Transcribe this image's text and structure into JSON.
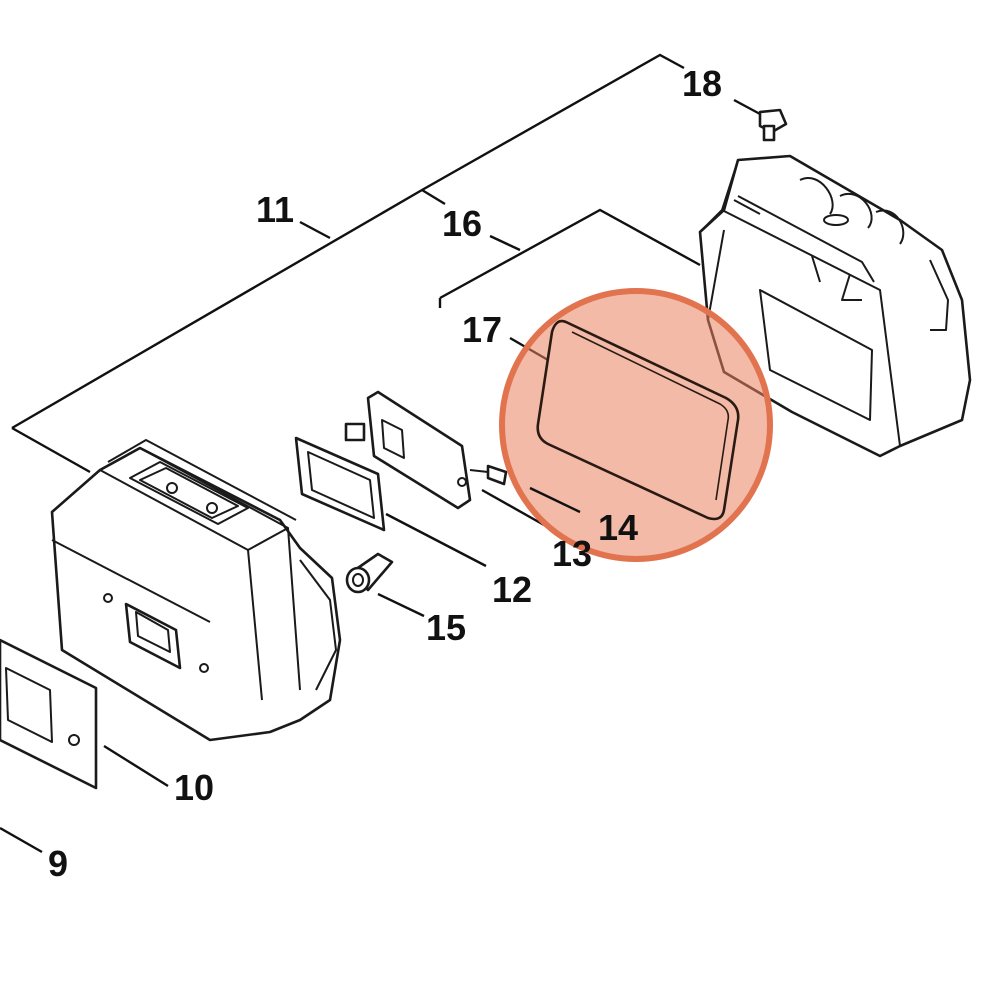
{
  "callouts": {
    "c9": "9",
    "c10": "10",
    "c11": "11",
    "c12": "12",
    "c13": "13",
    "c14": "14",
    "c15": "15",
    "c16": "16",
    "c17": "17",
    "c18": "18"
  },
  "highlight": {
    "target_part": "14",
    "color": "#e8825f"
  },
  "colors": {
    "line": "#1a1a1a",
    "background": "#ffffff"
  }
}
